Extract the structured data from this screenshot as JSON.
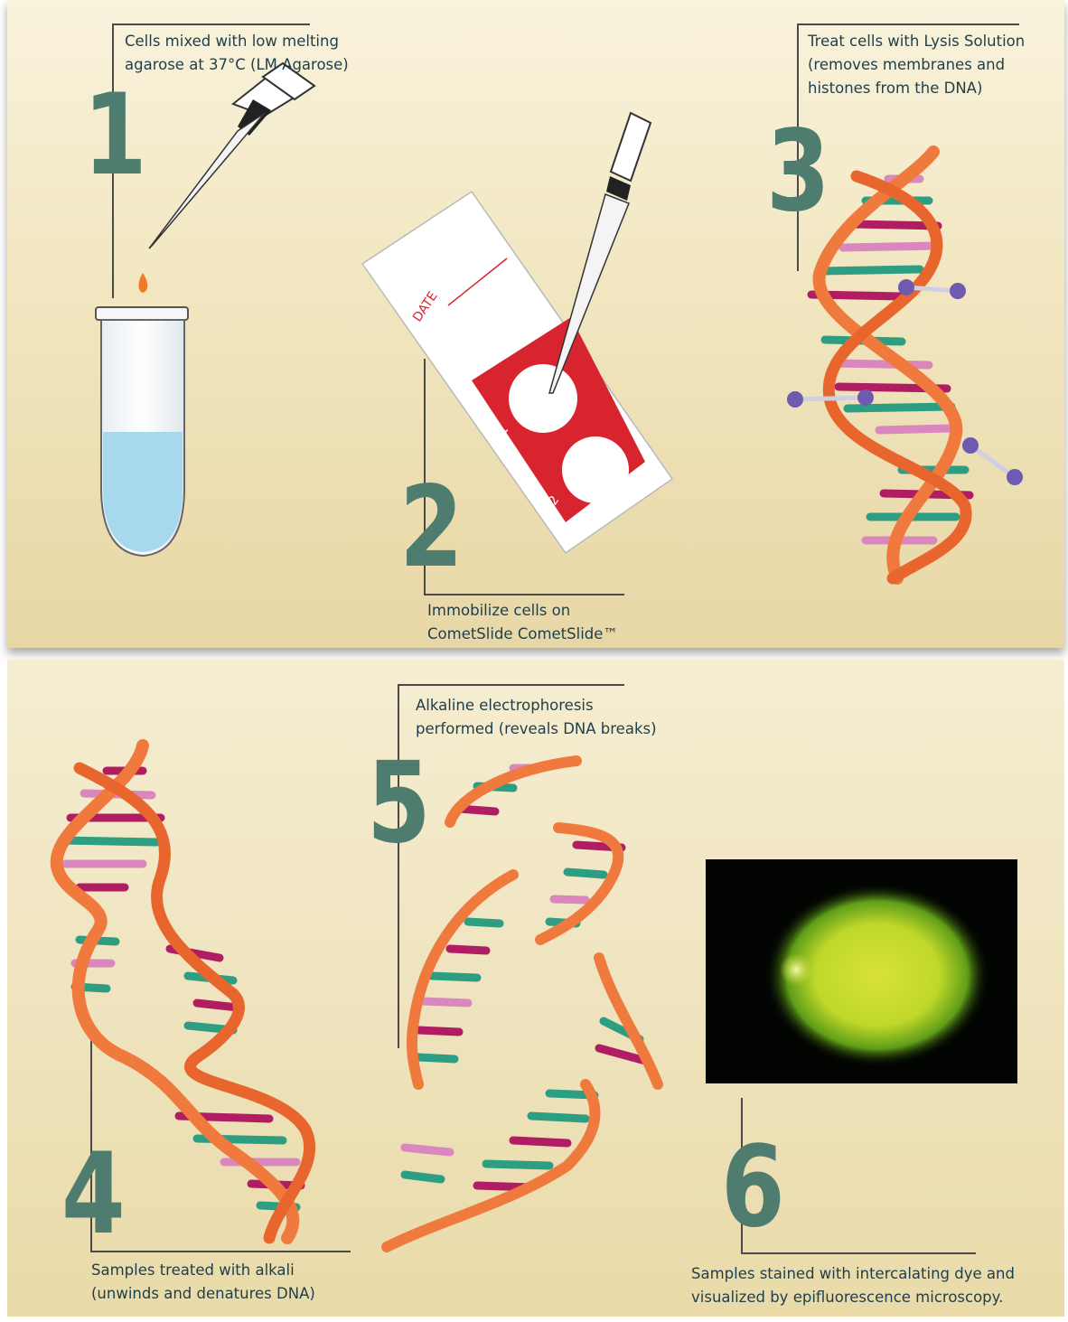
{
  "steps": [
    {
      "number": "1",
      "caption": "Cells mixed with low melting\nagarose at 37°C (LM Agarose)"
    },
    {
      "number": "2",
      "caption": "Immobilize cells on\nCometSlide CometSlide™"
    },
    {
      "number": "3",
      "caption": "Treat cells with Lysis Solution\n(removes membranes and\nhistones from the DNA)"
    },
    {
      "number": "4",
      "caption": "Samples treated with alkali\n(unwinds and denatures DNA)"
    },
    {
      "number": "5",
      "caption": "Alkaline electrophoresis\nperformed (reveals DNA breaks)"
    },
    {
      "number": "6",
      "caption": "Samples stained with intercalating dye and\nvisualized by epifluorescence microscopy."
    }
  ],
  "slide": {
    "date_label": "DATE",
    "well_labels": [
      "1",
      "2"
    ]
  },
  "colors": {
    "step_number": "#4e7d70",
    "caption_text": "#1f3e4a",
    "dna_backbone": "#f07a3e",
    "base_green": "#2e9e82",
    "base_magenta": "#b01d62",
    "base_pink": "#d987bd",
    "slide_red": "#d8242f",
    "buffer_blue": "#a8d8ee",
    "histone_purple": "#6e5ab0",
    "comet_yellow": "#d8e23a"
  },
  "icons": [
    "pipette-icon",
    "microcentrifuge-tube-icon",
    "comet-slide-icon",
    "dna-helix-icon",
    "histone-icon",
    "fragmented-dna-icon",
    "comet-micrograph-icon"
  ]
}
